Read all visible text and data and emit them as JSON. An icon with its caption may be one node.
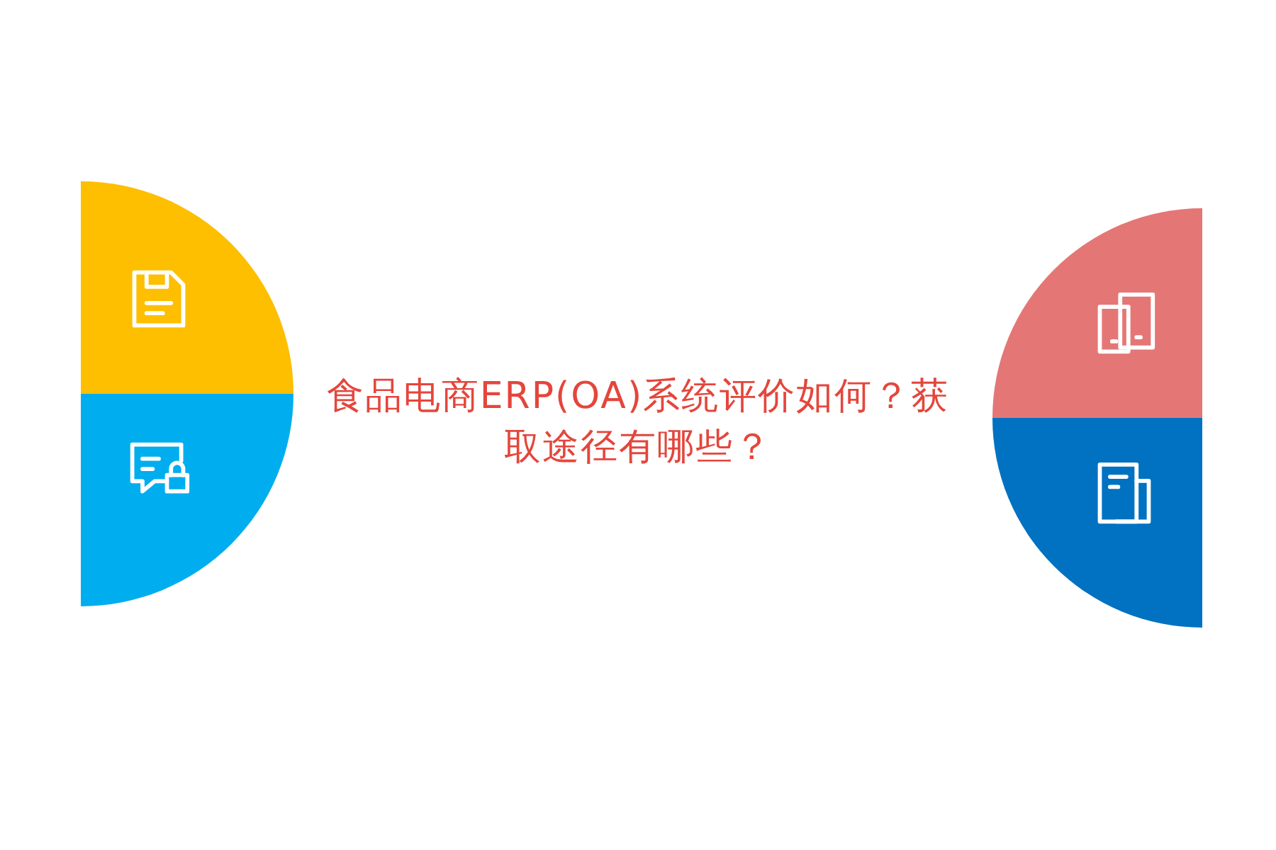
{
  "diagram": {
    "title": "食品电商ERP(OA)系统评价如何？获取途径有哪些？",
    "nodes": [
      {
        "text": [],
        "shape": "sector"
      },
      {
        "text": [],
        "shape": "sector"
      },
      {
        "text": [],
        "shape": "sector"
      },
      {
        "text": [],
        "shape": "sector"
      }
    ]
  }
}
